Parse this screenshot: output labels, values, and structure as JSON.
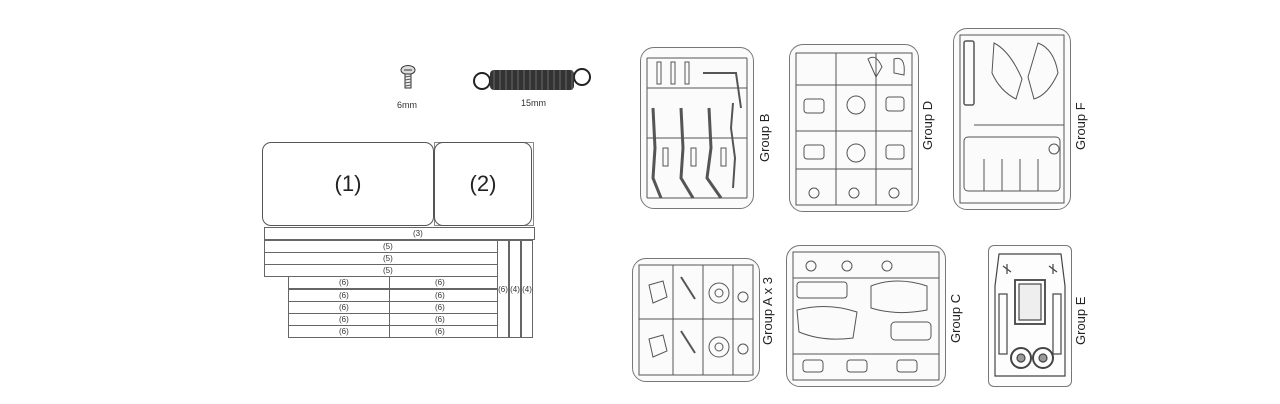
{
  "hardware": {
    "screw_label": "6mm",
    "spring_label": "15mm"
  },
  "pads": {
    "pad1": "(1)",
    "pad2": "(2)"
  },
  "strips": {
    "s3": "(3)",
    "s5": "(5)",
    "s6": "(6)",
    "s4": "(4)"
  },
  "groups": {
    "b": "Group B",
    "d": "Group D",
    "f": "Group F",
    "a": "Group A x 3",
    "c": "Group C",
    "e": "Group E"
  }
}
